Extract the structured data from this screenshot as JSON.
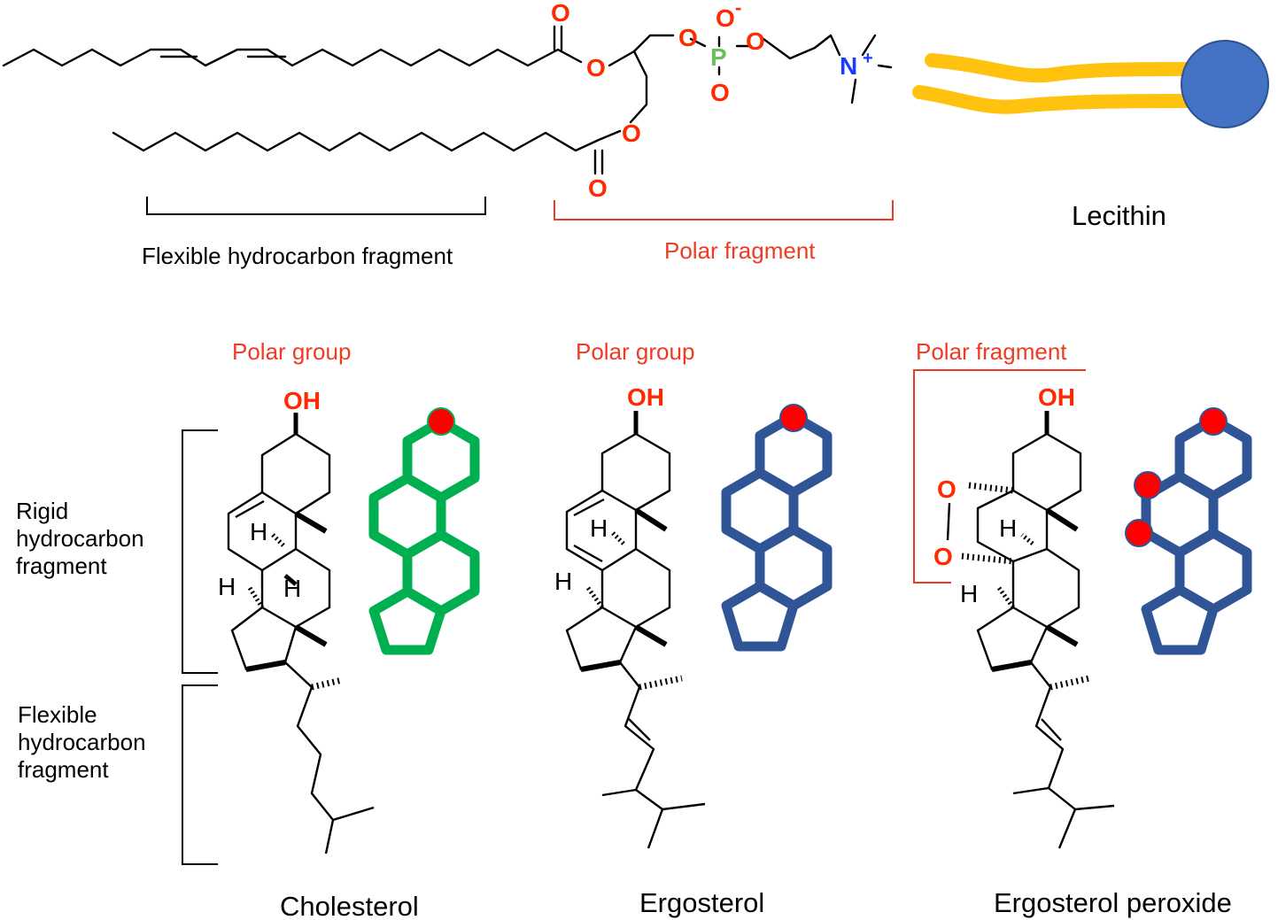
{
  "colors": {
    "black": "#000000",
    "oxygen": "#ff2a00",
    "phosphorus": "#6abf5a",
    "nitrogen": "#1a3cff",
    "polar_red": "#ef3b24",
    "tail_yellow": "#ffc20e",
    "head_blue": "#4472c4",
    "head_outline": "#2f528f",
    "cholesterol_green": "#00b050",
    "ergosterol_blue": "#2f5597",
    "red_dot": "#ff0000"
  },
  "lecithin": {
    "name": "Lecithin",
    "flexible_label": "Flexible hydrocarbon fragment",
    "polar_label": "Polar fragment",
    "atoms": {
      "o1": "O",
      "o2": "O",
      "o3": "O",
      "o4": "O",
      "o5": "O",
      "o6": "O",
      "o7": "O",
      "p": "P",
      "n": "N",
      "minus": "-",
      "plus": "+"
    }
  },
  "sterols": {
    "rigid_label": [
      "Rigid",
      "hydrocarbon",
      "fragment"
    ],
    "flexible_label": [
      "Flexible",
      "hydrocarbon",
      "fragment"
    ],
    "cholesterol": {
      "name": "Cholesterol",
      "polar_label": "Polar group",
      "oh": "OH",
      "h": "H"
    },
    "ergosterol": {
      "name": "Ergosterol",
      "polar_label": "Polar group",
      "oh": "OH",
      "h": "H"
    },
    "ergosterol_peroxide": {
      "name": "Ergosterol peroxide",
      "polar_label": "Polar fragment",
      "oh": "OH",
      "o": "O",
      "h": "H"
    }
  }
}
